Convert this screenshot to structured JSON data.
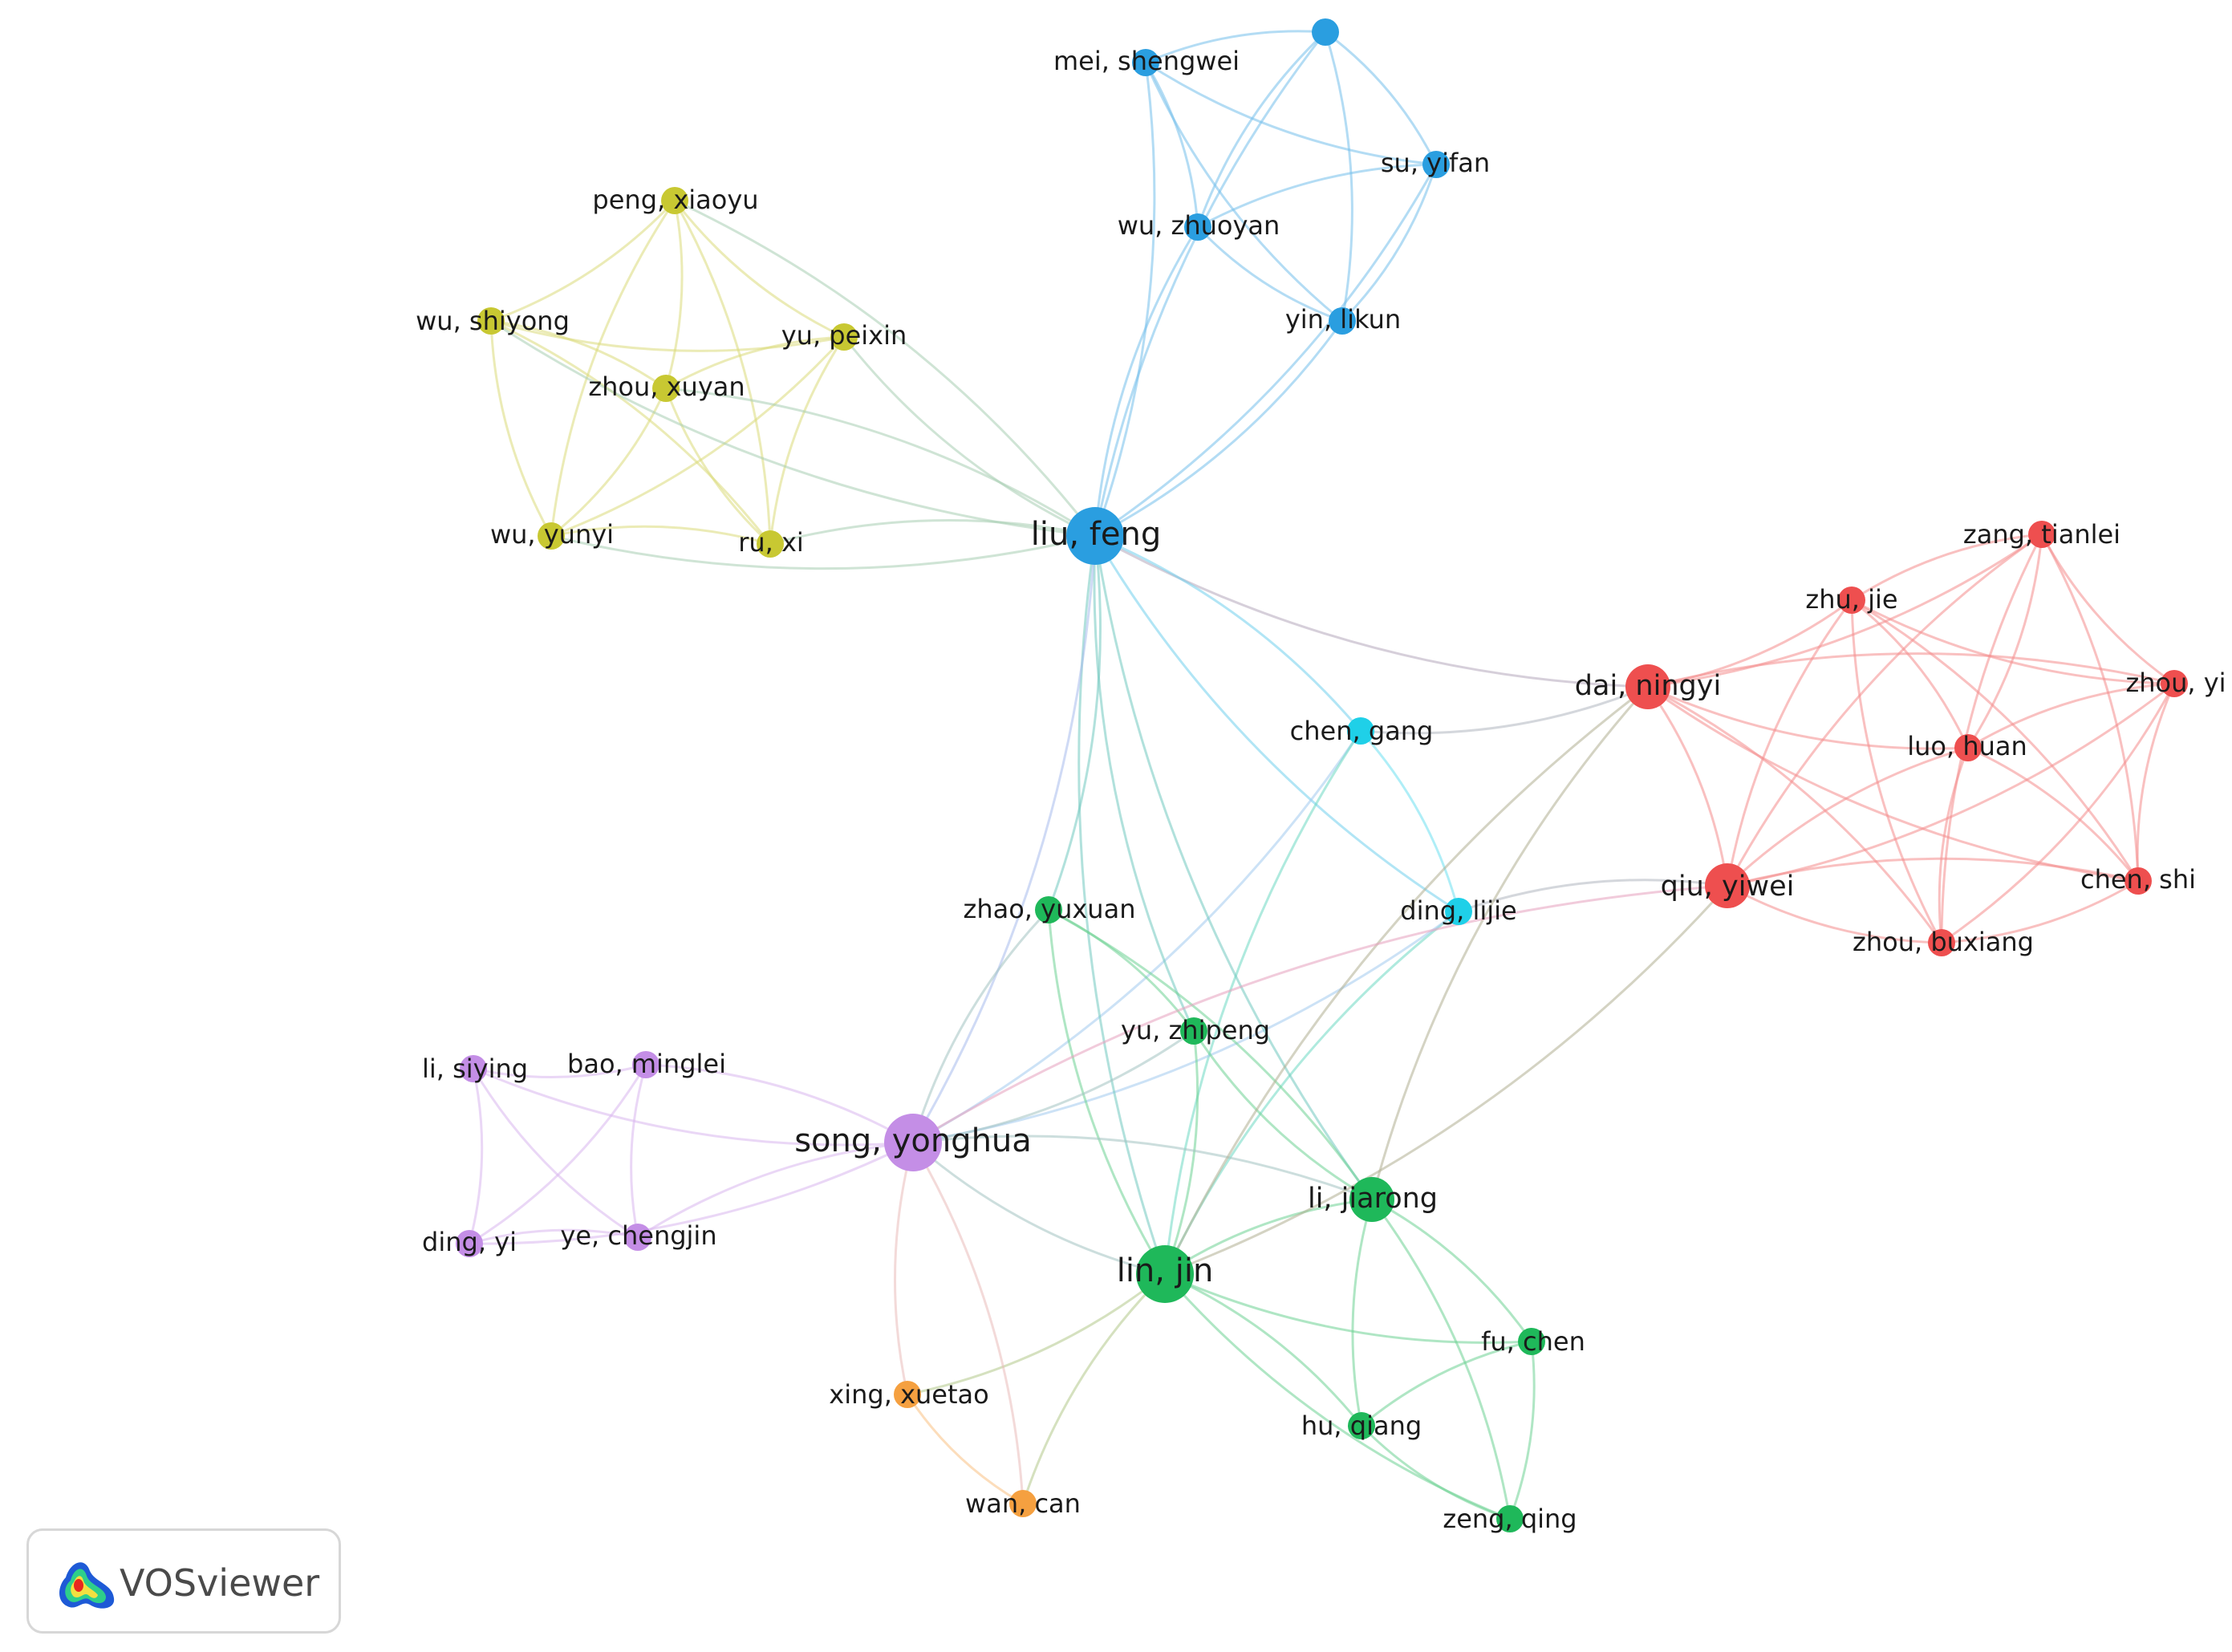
{
  "brand": {
    "name": "VOSviewer",
    "icon": "vosviewer-logo-icon"
  },
  "clusters": {
    "blue": "#2a9ee0",
    "yellow": "#c8c832",
    "red": "#ee4f4f",
    "cyan": "#1fd0e8",
    "green": "#1fb85a",
    "purple": "#c48ee6",
    "orange": "#f5a040"
  },
  "nodes": [
    {
      "id": "liu_feng",
      "label": "liu, feng",
      "cluster": "blue",
      "size": "xl"
    },
    {
      "id": "mei_shengwei",
      "label": "mei, shengwei",
      "cluster": "blue",
      "size": "s"
    },
    {
      "id": "blue_top",
      "label": "",
      "cluster": "blue",
      "size": "s"
    },
    {
      "id": "su_yifan",
      "label": "su, yifan",
      "cluster": "blue",
      "size": "s"
    },
    {
      "id": "wu_zhuoyan",
      "label": "wu, zhuoyan",
      "cluster": "blue",
      "size": "s"
    },
    {
      "id": "yin_likun",
      "label": "yin, likun",
      "cluster": "blue",
      "size": "s"
    },
    {
      "id": "peng_xiaoyu",
      "label": "peng, xiaoyu",
      "cluster": "yellow",
      "size": "s"
    },
    {
      "id": "wu_shiyong",
      "label": "wu, shiyong",
      "cluster": "yellow",
      "size": "s"
    },
    {
      "id": "yu_peixin",
      "label": "yu, peixin",
      "cluster": "yellow",
      "size": "s"
    },
    {
      "id": "zhou_xuyan",
      "label": "zhou, xuyan",
      "cluster": "yellow",
      "size": "s"
    },
    {
      "id": "wu_yunyi",
      "label": "wu, yunyi",
      "cluster": "yellow",
      "size": "s"
    },
    {
      "id": "ru_xi",
      "label": "ru, xi",
      "cluster": "yellow",
      "size": "s"
    },
    {
      "id": "zang_tianlei",
      "label": "zang, tianlei",
      "cluster": "red",
      "size": "s"
    },
    {
      "id": "zhu_jie",
      "label": "zhu, jie",
      "cluster": "red",
      "size": "s"
    },
    {
      "id": "dai_ningyi",
      "label": "dai, ningyi",
      "cluster": "red",
      "size": "l"
    },
    {
      "id": "zhou_yi",
      "label": "zhou, yi",
      "cluster": "red",
      "size": "s"
    },
    {
      "id": "luo_huan",
      "label": "luo, huan",
      "cluster": "red",
      "size": "s"
    },
    {
      "id": "qiu_yiwei",
      "label": "qiu, yiwei",
      "cluster": "red",
      "size": "l"
    },
    {
      "id": "chen_shi",
      "label": "chen, shi",
      "cluster": "red",
      "size": "s"
    },
    {
      "id": "zhou_buxiang",
      "label": "zhou, buxiang",
      "cluster": "red",
      "size": "s"
    },
    {
      "id": "chen_gang",
      "label": "chen, gang",
      "cluster": "cyan",
      "size": "s"
    },
    {
      "id": "ding_lijie",
      "label": "ding, lijie",
      "cluster": "cyan",
      "size": "s"
    },
    {
      "id": "zhao_yuxuan",
      "label": "zhao, yuxuan",
      "cluster": "green",
      "size": "s"
    },
    {
      "id": "yu_zhipeng",
      "label": "yu, zhipeng",
      "cluster": "green",
      "size": "s"
    },
    {
      "id": "li_jiarong",
      "label": "li, jiarong",
      "cluster": "green",
      "size": "l"
    },
    {
      "id": "lin_jin",
      "label": "lin, jin",
      "cluster": "green",
      "size": "xl"
    },
    {
      "id": "fu_chen",
      "label": "fu, chen",
      "cluster": "green",
      "size": "s"
    },
    {
      "id": "hu_qiang",
      "label": "hu, qiang",
      "cluster": "green",
      "size": "s"
    },
    {
      "id": "zeng_qing",
      "label": "zeng, qing",
      "cluster": "green",
      "size": "s"
    },
    {
      "id": "song_yonghua",
      "label": "song, yonghua",
      "cluster": "purple",
      "size": "xl"
    },
    {
      "id": "li_siying",
      "label": "li, siying",
      "cluster": "purple",
      "size": "s"
    },
    {
      "id": "bao_minglei",
      "label": "bao, minglei",
      "cluster": "purple",
      "size": "s"
    },
    {
      "id": "ding_yi",
      "label": "ding, yi",
      "cluster": "purple",
      "size": "s"
    },
    {
      "id": "ye_chengjin",
      "label": "ye, chengjin",
      "cluster": "purple",
      "size": "s"
    },
    {
      "id": "xing_xuetao",
      "label": "xing, xuetao",
      "cluster": "orange",
      "size": "s"
    },
    {
      "id": "wan_can",
      "label": "wan, can",
      "cluster": "orange",
      "size": "s"
    }
  ],
  "links": [
    [
      "liu_feng",
      "mei_shengwei"
    ],
    [
      "liu_feng",
      "blue_top"
    ],
    [
      "liu_feng",
      "su_yifan"
    ],
    [
      "liu_feng",
      "wu_zhuoyan"
    ],
    [
      "liu_feng",
      "yin_likun"
    ],
    [
      "mei_shengwei",
      "blue_top"
    ],
    [
      "mei_shengwei",
      "su_yifan"
    ],
    [
      "mei_shengwei",
      "wu_zhuoyan"
    ],
    [
      "mei_shengwei",
      "yin_likun"
    ],
    [
      "blue_top",
      "su_yifan"
    ],
    [
      "blue_top",
      "wu_zhuoyan"
    ],
    [
      "blue_top",
      "yin_likun"
    ],
    [
      "su_yifan",
      "wu_zhuoyan"
    ],
    [
      "su_yifan",
      "yin_likun"
    ],
    [
      "wu_zhuoyan",
      "yin_likun"
    ],
    [
      "peng_xiaoyu",
      "wu_shiyong"
    ],
    [
      "peng_xiaoyu",
      "yu_peixin"
    ],
    [
      "peng_xiaoyu",
      "zhou_xuyan"
    ],
    [
      "peng_xiaoyu",
      "wu_yunyi"
    ],
    [
      "peng_xiaoyu",
      "ru_xi"
    ],
    [
      "wu_shiyong",
      "yu_peixin"
    ],
    [
      "wu_shiyong",
      "zhou_xuyan"
    ],
    [
      "wu_shiyong",
      "wu_yunyi"
    ],
    [
      "wu_shiyong",
      "ru_xi"
    ],
    [
      "yu_peixin",
      "zhou_xuyan"
    ],
    [
      "yu_peixin",
      "wu_yunyi"
    ],
    [
      "yu_peixin",
      "ru_xi"
    ],
    [
      "zhou_xuyan",
      "wu_yunyi"
    ],
    [
      "zhou_xuyan",
      "ru_xi"
    ],
    [
      "wu_yunyi",
      "ru_xi"
    ],
    [
      "liu_feng",
      "peng_xiaoyu"
    ],
    [
      "liu_feng",
      "yu_peixin"
    ],
    [
      "liu_feng",
      "zhou_xuyan"
    ],
    [
      "liu_feng",
      "wu_yunyi"
    ],
    [
      "liu_feng",
      "ru_xi"
    ],
    [
      "liu_feng",
      "wu_shiyong"
    ],
    [
      "zang_tianlei",
      "zhu_jie"
    ],
    [
      "zang_tianlei",
      "dai_ningyi"
    ],
    [
      "zang_tianlei",
      "zhou_yi"
    ],
    [
      "zang_tianlei",
      "luo_huan"
    ],
    [
      "zang_tianlei",
      "qiu_yiwei"
    ],
    [
      "zang_tianlei",
      "chen_shi"
    ],
    [
      "zang_tianlei",
      "zhou_buxiang"
    ],
    [
      "zhu_jie",
      "dai_ningyi"
    ],
    [
      "zhu_jie",
      "zhou_yi"
    ],
    [
      "zhu_jie",
      "luo_huan"
    ],
    [
      "zhu_jie",
      "qiu_yiwei"
    ],
    [
      "zhu_jie",
      "chen_shi"
    ],
    [
      "zhu_jie",
      "zhou_buxiang"
    ],
    [
      "dai_ningyi",
      "zhou_yi"
    ],
    [
      "dai_ningyi",
      "luo_huan"
    ],
    [
      "dai_ningyi",
      "qiu_yiwei"
    ],
    [
      "dai_ningyi",
      "chen_shi"
    ],
    [
      "dai_ningyi",
      "zhou_buxiang"
    ],
    [
      "zhou_yi",
      "luo_huan"
    ],
    [
      "zhou_yi",
      "qiu_yiwei"
    ],
    [
      "zhou_yi",
      "chen_shi"
    ],
    [
      "zhou_yi",
      "zhou_buxiang"
    ],
    [
      "luo_huan",
      "qiu_yiwei"
    ],
    [
      "luo_huan",
      "chen_shi"
    ],
    [
      "luo_huan",
      "zhou_buxiang"
    ],
    [
      "qiu_yiwei",
      "chen_shi"
    ],
    [
      "qiu_yiwei",
      "zhou_buxiang"
    ],
    [
      "chen_shi",
      "zhou_buxiang"
    ],
    [
      "liu_feng",
      "dai_ningyi"
    ],
    [
      "liu_feng",
      "chen_gang"
    ],
    [
      "liu_feng",
      "ding_lijie"
    ],
    [
      "chen_gang",
      "ding_lijie"
    ],
    [
      "chen_gang",
      "dai_ningyi"
    ],
    [
      "chen_gang",
      "song_yonghua"
    ],
    [
      "chen_gang",
      "lin_jin"
    ],
    [
      "ding_lijie",
      "qiu_yiwei"
    ],
    [
      "ding_lijie",
      "lin_jin"
    ],
    [
      "ding_lijie",
      "song_yonghua"
    ],
    [
      "liu_feng",
      "lin_jin"
    ],
    [
      "liu_feng",
      "zhao_yuxuan"
    ],
    [
      "liu_feng",
      "yu_zhipeng"
    ],
    [
      "liu_feng",
      "song_yonghua"
    ],
    [
      "liu_feng",
      "li_jiarong"
    ],
    [
      "zhao_yuxuan",
      "yu_zhipeng"
    ],
    [
      "zhao_yuxuan",
      "lin_jin"
    ],
    [
      "zhao_yuxuan",
      "li_jiarong"
    ],
    [
      "zhao_yuxuan",
      "song_yonghua"
    ],
    [
      "yu_zhipeng",
      "lin_jin"
    ],
    [
      "yu_zhipeng",
      "li_jiarong"
    ],
    [
      "yu_zhipeng",
      "song_yonghua"
    ],
    [
      "li_jiarong",
      "lin_jin"
    ],
    [
      "li_jiarong",
      "fu_chen"
    ],
    [
      "li_jiarong",
      "hu_qiang"
    ],
    [
      "li_jiarong",
      "zeng_qing"
    ],
    [
      "li_jiarong",
      "song_yonghua"
    ],
    [
      "li_jiarong",
      "dai_ningyi"
    ],
    [
      "lin_jin",
      "fu_chen"
    ],
    [
      "lin_jin",
      "hu_qiang"
    ],
    [
      "lin_jin",
      "zeng_qing"
    ],
    [
      "lin_jin",
      "song_yonghua"
    ],
    [
      "lin_jin",
      "qiu_yiwei"
    ],
    [
      "lin_jin",
      "dai_ningyi"
    ],
    [
      "lin_jin",
      "wan_can"
    ],
    [
      "lin_jin",
      "xing_xuetao"
    ],
    [
      "fu_chen",
      "hu_qiang"
    ],
    [
      "fu_chen",
      "zeng_qing"
    ],
    [
      "hu_qiang",
      "zeng_qing"
    ],
    [
      "song_yonghua",
      "li_siying"
    ],
    [
      "song_yonghua",
      "bao_minglei"
    ],
    [
      "song_yonghua",
      "ding_yi"
    ],
    [
      "song_yonghua",
      "ye_chengjin"
    ],
    [
      "song_yonghua",
      "qiu_yiwei"
    ],
    [
      "song_yonghua",
      "xing_xuetao"
    ],
    [
      "song_yonghua",
      "wan_can"
    ],
    [
      "li_siying",
      "bao_minglei"
    ],
    [
      "li_siying",
      "ding_yi"
    ],
    [
      "li_siying",
      "ye_chengjin"
    ],
    [
      "bao_minglei",
      "ding_yi"
    ],
    [
      "bao_minglei",
      "ye_chengjin"
    ],
    [
      "ding_yi",
      "ye_chengjin"
    ],
    [
      "xing_xuetao",
      "wan_can"
    ]
  ]
}
